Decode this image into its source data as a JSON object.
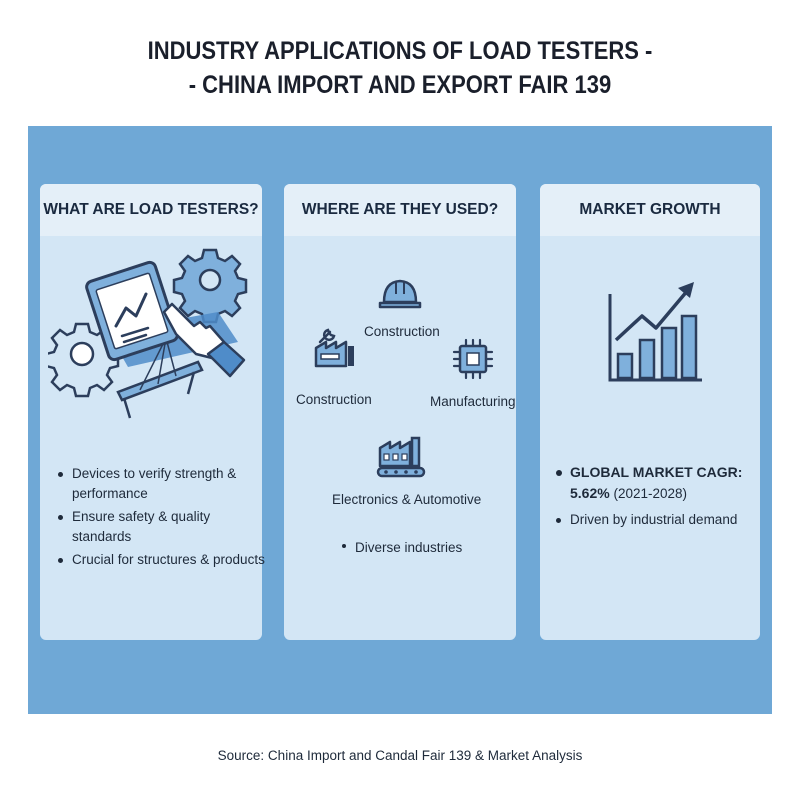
{
  "title": {
    "line1": "INDUSTRY APPLICATIONS OF LOAD TESTERS -",
    "line2": "- CHINA IMPORT AND EXPORT FAIR 139"
  },
  "cards": {
    "what": {
      "heading": "WHAT ARE LOAD TESTERS?",
      "bullets": [
        "Devices to verify strength & performance",
        "Ensure safety & quality standards",
        "Crucial for structures & products"
      ],
      "icons": [
        "tablet-chart-icon",
        "hand-pointer-icon",
        "gear-icon",
        "gear-icon",
        "bridge-icon"
      ]
    },
    "where": {
      "heading": "WHERE ARE THEY USED?",
      "labels": {
        "construction_top": "Construction",
        "construction_left": "Construction",
        "manufacturing": "Manufacturing",
        "electronics": "Electronics & Automotive"
      },
      "bullet": "Diverse industries",
      "icons": [
        "hard-hat-icon",
        "factory-wrench-icon",
        "chip-icon",
        "factory-conveyor-icon"
      ]
    },
    "growth": {
      "heading": "MARKET GROWTH",
      "cagr_label": "GLOBAL MARKET CAGR:",
      "cagr_value": "5.62%",
      "cagr_period": "(2021-2028)",
      "bullet2": "Driven by industrial demand",
      "icons": [
        "growth-chart-icon"
      ]
    }
  },
  "source": "Source: China Import and Candal Fair 139 & Market Analysis",
  "colors": {
    "panel": "#6fa8d6",
    "card": "#d3e6f5",
    "card_header": "#e4eff8",
    "icon_stroke": "#2c3e5c",
    "icon_fill": "#7fb0dc"
  }
}
